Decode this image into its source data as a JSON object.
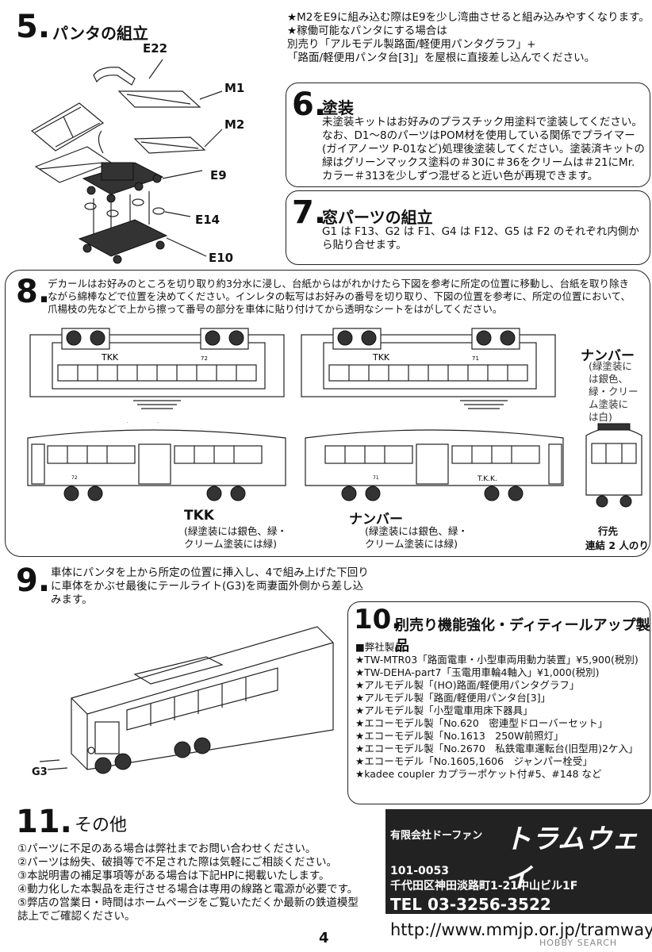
{
  "sec5": {
    "num": "5.",
    "title": "パンタの組立",
    "parts": [
      "E22",
      "M1",
      "M2",
      "E9",
      "E14",
      "E10"
    ]
  },
  "top_notes": [
    "★M2をE9に組み込む際はE9を少し湾曲させると組み込みやすくなります。",
    "★稼働可能なパンタにする場合は",
    "別売り「アルモデル製路面/軽便用パンタグラフ」+",
    "「路面/軽便用パンタ台[3]」を屋根に直接差し込んでください。"
  ],
  "sec6": {
    "num": "6.",
    "title": "塗装",
    "lines": [
      "未塗装キットはお好みのプラスチック用塗料で塗装してください。",
      "なお、D1〜8のパーツはPOM材を使用している関係でプライマー",
      "(ガイアノーツ P-01など)処理後塗装してください。塗装済キットの",
      "緑はグリーンマックス塗料の＃30に＃36をクリームは＃21にMr.",
      "カラー＃313を少しずつ混ぜると近い色が再現できます。"
    ]
  },
  "sec7": {
    "num": "7.",
    "title": "窓パーツの組立",
    "lines": [
      "G1 は F13、G2 は F1、G4 は F12、G5 は F2 のそれぞれ内側か",
      "ら貼り合せます。"
    ]
  },
  "sec8": {
    "num": "8.",
    "lines": [
      "デカールはお好みのところを切り取り約3分水に浸し、台紙からはがれかけたら下図を参考に所定の位置に移動し、台紙を取り除き",
      "ながら綿棒などで位置を決めてください。インレタの転写はお好みの番号を切り取り、下図の位置を参考に、所定の位置において、",
      "爪楊枝の先などで上から擦って番号の部分を車体に貼り付けてから透明なシートをはがしてください。"
    ],
    "number_label": "ナンバー",
    "number_note": [
      "(緑塗装に",
      "は銀色、",
      "緑・クリー",
      "ム塗装に",
      "は白)"
    ],
    "car_marks": {
      "roof_left": "TKK",
      "roof_right": "TKK",
      "num_72": "72",
      "num_71": "71",
      "side_tkk": "T.K.K."
    },
    "tkk_label": "TKK",
    "tkk_note": [
      "(緑塗装には銀色、緑・",
      "クリーム塗装には緑)"
    ],
    "number_label2": "ナンバー",
    "number_note2": [
      "(緑塗装には銀色、緑・",
      "クリーム塗装には緑)"
    ],
    "destination": "行先",
    "coupling": "連結 2 人のり"
  },
  "sec9": {
    "num": "9.",
    "lines": [
      "車体にパンタを上から所定の位置に挿入し、4で組み上げた下回り",
      "に車体をかぶせ最後にテールライト(G3)を両妻面外側から差し込",
      "みます。"
    ],
    "part": "G3"
  },
  "sec10": {
    "num": "10.",
    "title": "別売り機能強化・ディティールアップ製品",
    "sub": "■弊社製品",
    "items": [
      "★TW-MTR03「路面電車・小型車両用動力装置」¥5,900(税別)",
      "★TW-DEHA-part7「玉電用車輪4軸入」¥1,000(税別)",
      "★アルモデル製「(HO)路面/軽便用パンタグラフ」",
      "★アルモデル製「路面/軽便用パンタ台[3]」",
      "★アルモデル製「小型電車用床下器具」",
      "★エコーモデル製「No.620　密連型ドローバーセット」",
      "★エコーモデル製「No.1613　250W前照灯」",
      "★エコーモデル製「No.2670　私鉄電車運転台(旧型用)2ケ入」",
      "★エコーモデル「No.1605,1606　ジャンパー栓受」",
      "★kadee coupler カプラーポケット付#5、#148 など"
    ]
  },
  "sec11": {
    "num": "11.",
    "title": "その他",
    "lines": [
      "①パーツに不足のある場合は弊社までお問い合わせください。",
      "②パーツは紛失、破損等で不足された際は気軽にご相談ください。",
      "③本説明書の補足事項等がある場合は下記HPに掲載いたします。",
      "④動力化した本製品を走行させる場合は専用の線路と電源が必要です。",
      "⑤弊店の営業日・時間はホームページをご覧いただくか最新の鉄道模型",
      "誌上でご確認ください。"
    ]
  },
  "company": {
    "prefix": "有限会社ドーファン",
    "name": "トラムウェイ",
    "zip": "101-0053",
    "address": "千代田区神田淡路町1-21中山ビル1F",
    "tel": "TEL 03-3256-3522",
    "url": "http://www.mmjp.or.jp/tramway"
  },
  "page_number": "4",
  "watermark": "HOBBY SEARCH"
}
